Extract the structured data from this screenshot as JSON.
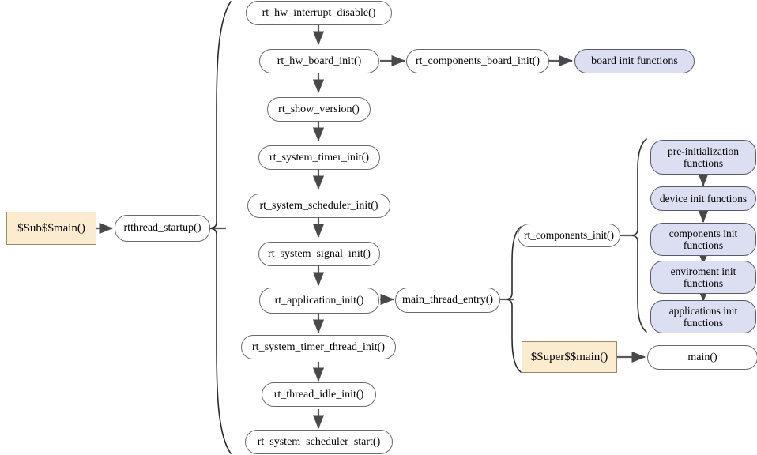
{
  "diagram": {
    "title": "RT-Thread startup flow",
    "type": "flowchart",
    "background": "#ffffff",
    "colors": {
      "node_fill_default": "#ffffff",
      "node_fill_blue": "#dcdff2",
      "node_fill_cream": "#fbecd0",
      "node_border": "#6b6b6b",
      "edge": "#595959",
      "text": "#000000"
    }
  },
  "nodes": {
    "sub_main": {
      "label": "$Sub$$main()"
    },
    "rtthread_startup": {
      "label": "rtthread_startup()"
    },
    "rt_hw_interrupt_disable": {
      "label": "rt_hw_interrupt_disable()"
    },
    "rt_hw_board_init": {
      "label": "rt_hw_board_init()"
    },
    "rt_show_version": {
      "label": "rt_show_version()"
    },
    "rt_system_timer_init": {
      "label": "rt_system_timer_init()"
    },
    "rt_system_scheduler_init": {
      "label": "rt_system_scheduler_init()"
    },
    "rt_system_signal_init": {
      "label": "rt_system_signal_init()"
    },
    "rt_application_init": {
      "label": "rt_application_init()"
    },
    "rt_system_timer_thread_init": {
      "label": "rt_system_timer_thread_init()"
    },
    "rt_thread_idle_init": {
      "label": "rt_thread_idle_init()"
    },
    "rt_system_scheduler_start": {
      "label": "rt_system_scheduler_start()"
    },
    "rt_components_board_init": {
      "label": "rt_components_board_init()"
    },
    "board_init_functions": {
      "label": "board init functions"
    },
    "main_thread_entry": {
      "label": "main_thread_entry()"
    },
    "rt_components_init": {
      "label": "rt_components_init()"
    },
    "super_main": {
      "label": "$Super$$main()"
    },
    "main": {
      "label": "main()"
    },
    "pre_initialization_functions": {
      "label": "pre-initialization functions"
    },
    "device_init_functions": {
      "label": "device init functions"
    },
    "components_init_functions": {
      "label": "components init functions"
    },
    "enviroment_init_functions": {
      "label": "enviroment init functions"
    },
    "applications_init_functions": {
      "label": "applications init functions"
    }
  }
}
